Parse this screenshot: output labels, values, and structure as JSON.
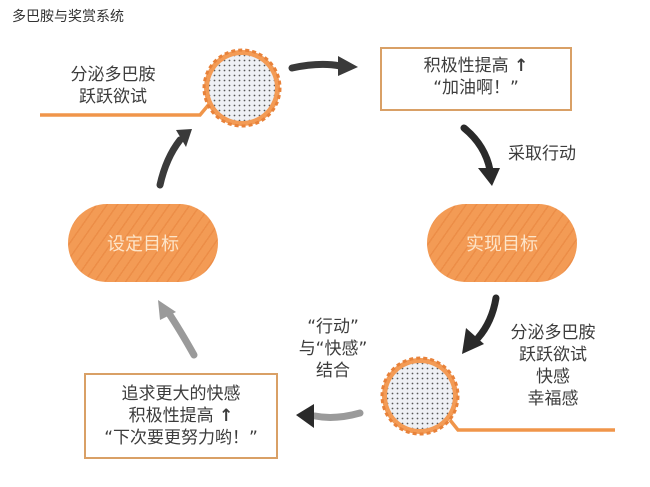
{
  "title": "多巴胺与奖赏系统",
  "colors": {
    "orange": "#f39b55",
    "box_border": "#d9a066",
    "arrow_dark": "#3a3a3a",
    "arrow_gray": "#9a9a9a"
  },
  "nodes": {
    "dopamine_top": {
      "lines": [
        "分泌多巴胺",
        "跃跃欲试"
      ]
    },
    "motivation_box": {
      "line1": "积极性提高",
      "line2": "“加油啊！”",
      "up_arrow": "up-arrow-icon"
    },
    "take_action": "采取行动",
    "set_goal": "设定目标",
    "achieve_goal": "实现目标",
    "dopamine_bottom": {
      "lines": [
        "分泌多巴胺",
        "跃跃欲试",
        "快感",
        "幸福感"
      ]
    },
    "combine": {
      "lines": [
        "“行动”",
        "与“快感”",
        "结合"
      ]
    },
    "pursue_box": {
      "line1": "追求更大的快感",
      "line2": "积极性提高",
      "line3": "“下次要更努力哟！”",
      "up_arrow": "up-arrow-icon"
    }
  }
}
